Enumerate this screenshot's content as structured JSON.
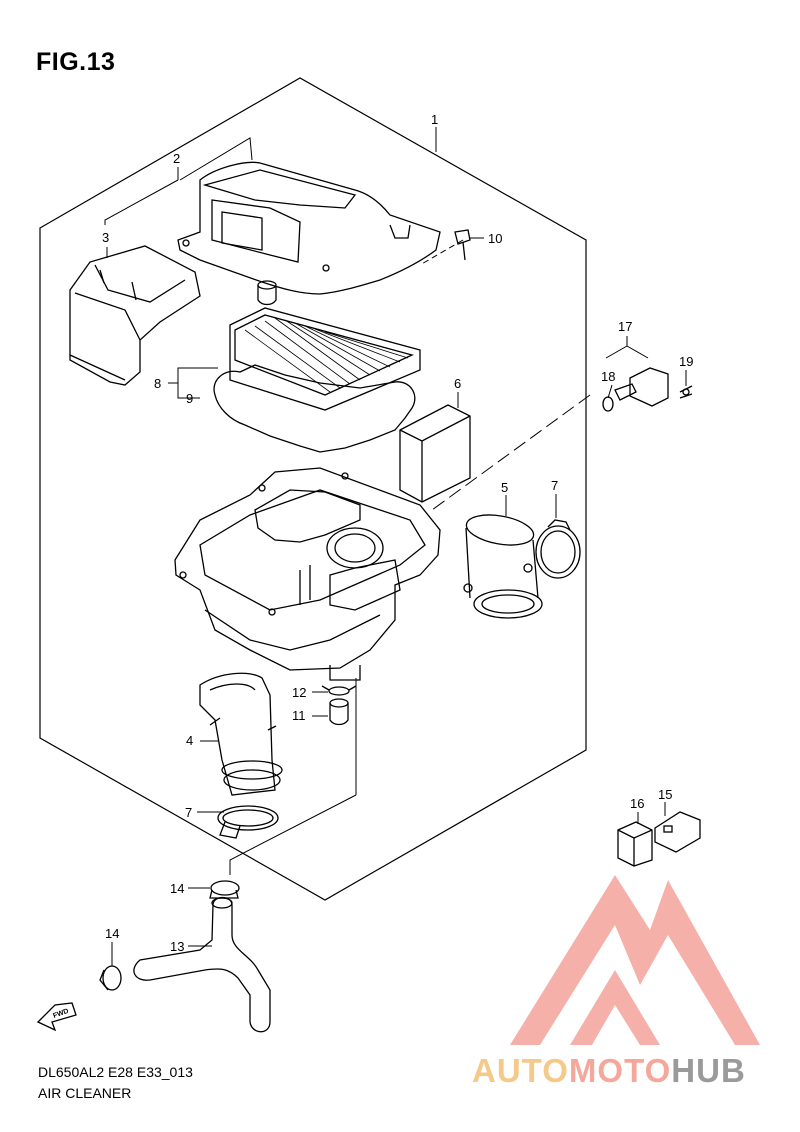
{
  "figure": {
    "title": "FIG.13",
    "code": "DL650AL2 E28 E33_013",
    "name": "AIR CLEANER"
  },
  "callouts": [
    "1",
    "2",
    "3",
    "4",
    "5",
    "6",
    "7",
    "7",
    "8",
    "9",
    "10",
    "11",
    "12",
    "13",
    "14",
    "14",
    "15",
    "16",
    "17",
    "18",
    "19"
  ],
  "watermark": {
    "part1": "AUTO",
    "part2": "MOTO",
    "part3": "HUB",
    "colors": {
      "part1": "#f5c98a",
      "part2": "#f6a79b",
      "part3": "#9a9a9a",
      "logo": "#f4a8a0"
    }
  },
  "icons": {
    "fwd_arrow": "fwd-arrow-icon",
    "logo": "mountain-logo-icon"
  },
  "fwd_label": "FWD"
}
